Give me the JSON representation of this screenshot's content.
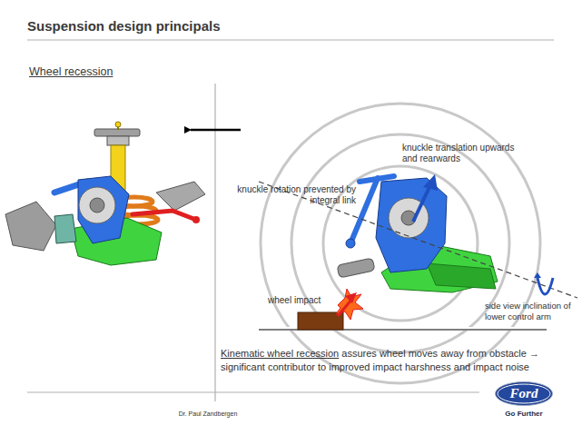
{
  "diagram": {
    "title": "Suspension design principals",
    "nodes": [
      {
        "text": [
          "Ford"
        ]
      }
    ],
    "labels": [
      "Wheel recession",
      "knuckle translation upwards and rearwards",
      "knuckle rotation prevented by integral link",
      "wheel impact",
      "side view inclination of lower control arm",
      "Kinematic wheel recession",
      "assures wheel moves away from obstacle → significant contributor to improved impact harshness and impact noise",
      "Dr. Paul Zandbergen",
      "Go Further"
    ]
  }
}
